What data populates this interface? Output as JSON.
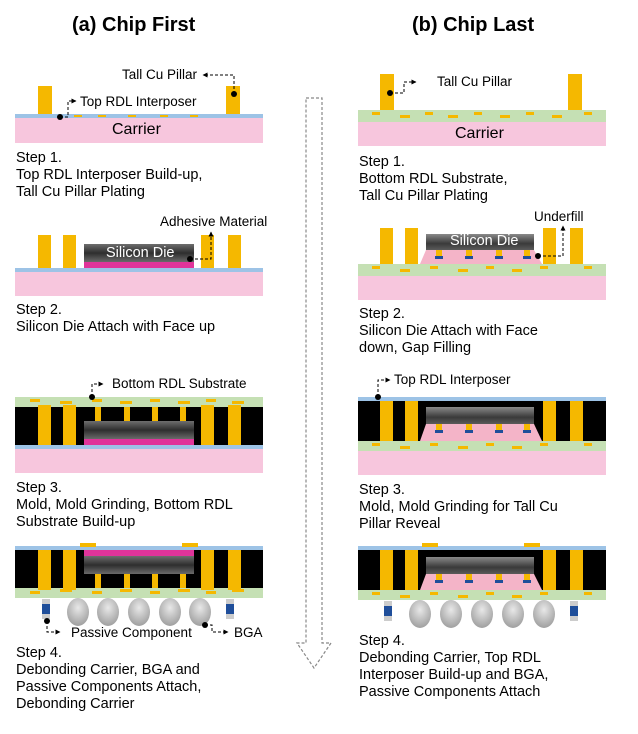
{
  "columns": {
    "left_title": "(a) Chip First",
    "right_title": "(b) Chip Last"
  },
  "left_steps": [
    {
      "title": "Step 1.",
      "lines": [
        "Top RDL Interposer Build-up,",
        "Tall Cu Pillar Plating"
      ]
    },
    {
      "title": "Step 2.",
      "lines": [
        "Silicon Die Attach with Face up"
      ]
    },
    {
      "title": "Step 3.",
      "lines": [
        "Mold, Mold Grinding, Bottom RDL",
        "Substrate Build-up"
      ]
    },
    {
      "title": "Step 4.",
      "lines": [
        "Debonding Carrier, BGA and",
        "Passive Components Attach,",
        "Debonding Carrier"
      ]
    }
  ],
  "right_steps": [
    {
      "title": "Step 1.",
      "lines": [
        "Bottom RDL Substrate,",
        "Tall Cu Pillar Plating"
      ]
    },
    {
      "title": "Step 2.",
      "lines": [
        "Silicon Die Attach with Face",
        "down, Gap Filling"
      ]
    },
    {
      "title": "Step 3.",
      "lines": [
        "Mold, Mold Grinding for Tall Cu",
        "Pillar Reveal"
      ]
    },
    {
      "title": "Step 4.",
      "lines": [
        "Debonding Carrier, Top RDL",
        "Interposer Build-up and BGA,",
        "Passive Components Attach"
      ]
    }
  ],
  "labels": {
    "tall_cu_pillar": "Tall Cu Pillar",
    "top_rdl_interposer": "Top RDL Interposer",
    "carrier": "Carrier",
    "silicon_die": "Silicon Die",
    "adhesive_material": "Adhesive Material",
    "bottom_rdl_substrate": "Bottom RDL Substrate",
    "passive_component": "Passive Component",
    "bga": "BGA",
    "underfill": "Underfill"
  },
  "colors": {
    "carrier": "#f7c6dd",
    "copper": "#f5b800",
    "interposer_blue": "#9dc3e6",
    "substrate_green": "#c5e0b4",
    "mold": "#000000",
    "adhesive": "#e0349a",
    "underfill": "#f4b4c8"
  }
}
